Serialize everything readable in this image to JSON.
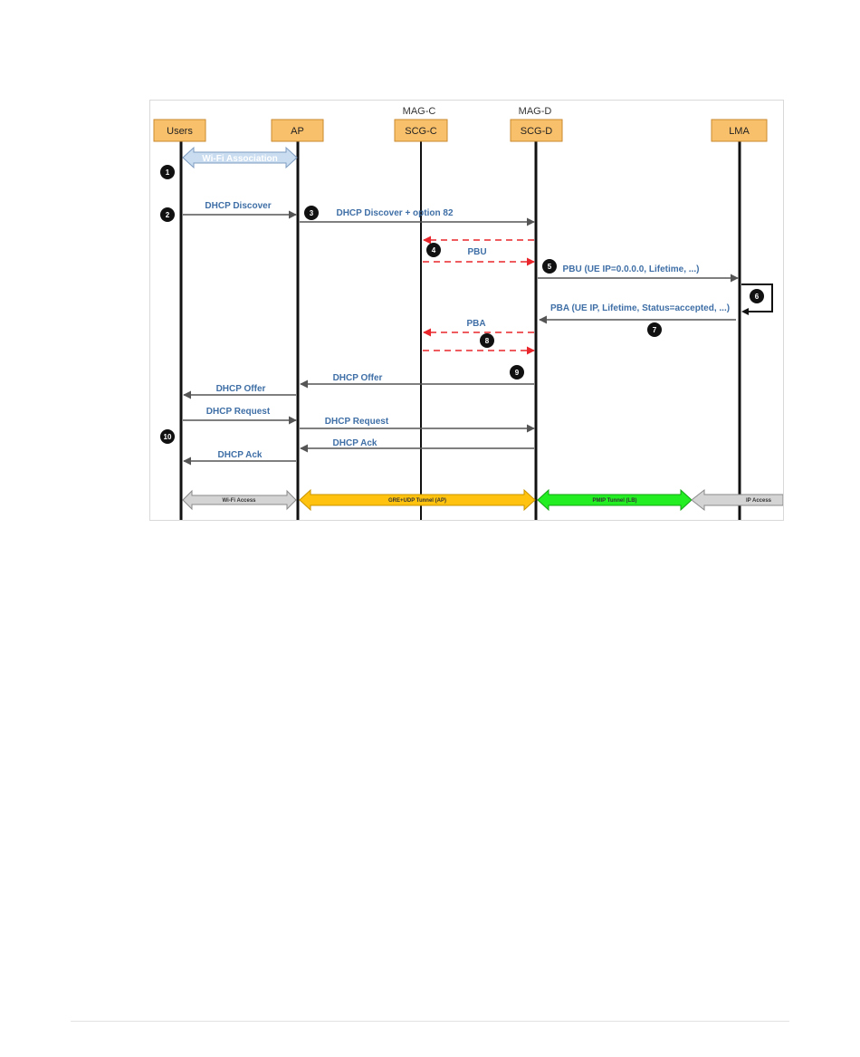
{
  "diagram": {
    "entities": [
      {
        "id": "users",
        "label": "Users",
        "top_label": ""
      },
      {
        "id": "ap",
        "label": "AP",
        "top_label": ""
      },
      {
        "id": "scgc",
        "label": "SCG-C",
        "top_label": "MAG-C"
      },
      {
        "id": "scgd",
        "label": "SCG-D",
        "top_label": "MAG-D"
      },
      {
        "id": "lma",
        "label": "LMA",
        "top_label": ""
      }
    ],
    "steps": [
      "1",
      "2",
      "3",
      "4",
      "5",
      "6",
      "7",
      "8",
      "9",
      "10"
    ],
    "messages": [
      {
        "id": "wifi-association",
        "label": "Wi-Fi Association"
      },
      {
        "id": "dhcp-discover-1",
        "label": "DHCP Discover"
      },
      {
        "id": "dhcp-discover-82",
        "label": "DHCP Discover + option 82"
      },
      {
        "id": "pbu-1",
        "label": "PBU"
      },
      {
        "id": "pbu-2",
        "label": "PBU (UE IP=0.0.0.0, Lifetime, ...)"
      },
      {
        "id": "pba-1",
        "label": "PBA (UE IP, Lifetime, Status=accepted, ...)"
      },
      {
        "id": "pba-2",
        "label": "PBA"
      },
      {
        "id": "dhcp-offer-1",
        "label": "DHCP Offer"
      },
      {
        "id": "dhcp-offer-2",
        "label": "DHCP Offer"
      },
      {
        "id": "dhcp-request-1",
        "label": "DHCP Request"
      },
      {
        "id": "dhcp-request-2",
        "label": "DHCP Request"
      },
      {
        "id": "dhcp-ack-1",
        "label": "DHCP Ack"
      },
      {
        "id": "dhcp-ack-2",
        "label": "DHCP Ack"
      }
    ],
    "bands": [
      {
        "id": "wifi-access",
        "label": "Wi-Fi Access"
      },
      {
        "id": "gre-udp-tunnel",
        "label": "GRE+UDP Tunnel (AP)"
      },
      {
        "id": "pmip-tunnel",
        "label": "PMIP Tunnel (LB)"
      },
      {
        "id": "ip-access",
        "label": "IP Access"
      }
    ],
    "colors": {
      "entity_fill": "#f9c06b",
      "entity_border": "#c98a2e",
      "lifeline": "#111111",
      "message_text": "#3f6fa6",
      "solid_arrow": "#555555",
      "dashed_arrow": "#e8262b",
      "wifi_band": "#c9dcf0",
      "gray_band": "#d4d4d4",
      "gre_band": "#ffc20e",
      "pmip_band": "#22ee22",
      "step_fill": "#111111"
    }
  }
}
